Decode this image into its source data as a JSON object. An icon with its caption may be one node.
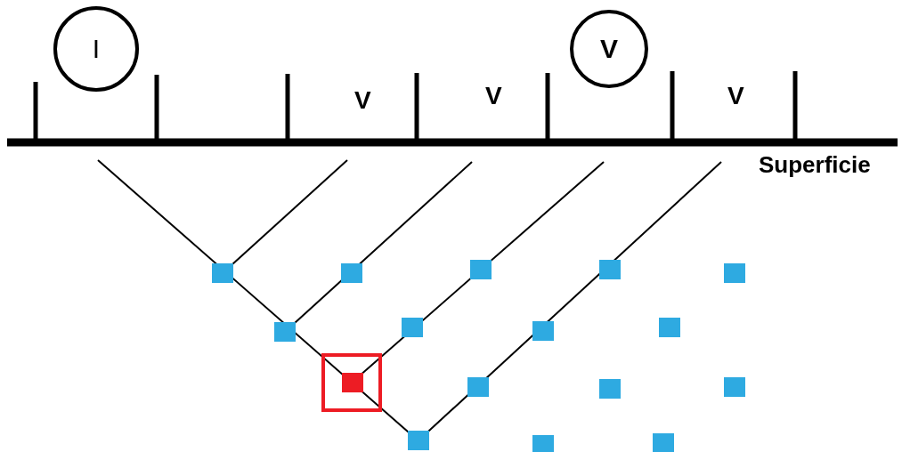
{
  "diagram": {
    "nodes": [
      {
        "text": [
          "I"
        ]
      },
      {
        "text": [
          "V"
        ]
      }
    ],
    "labels": [
      "V",
      "V",
      "V",
      "Superficie"
    ]
  }
}
